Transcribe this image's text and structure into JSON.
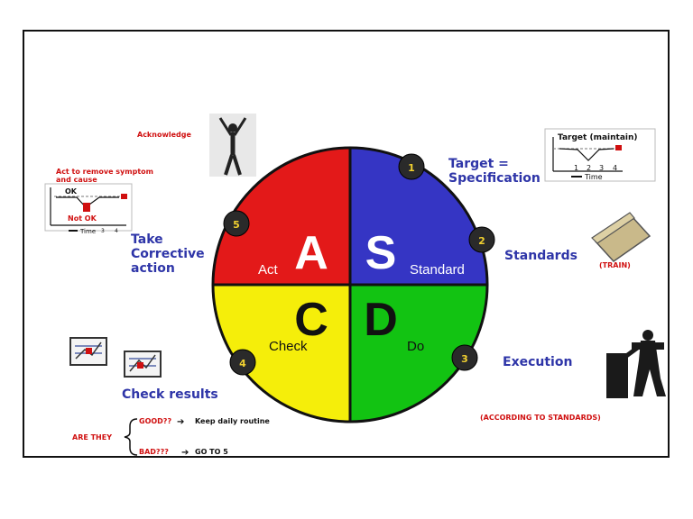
{
  "quadrants": {
    "act": {
      "letter": "A",
      "word": "Act",
      "color": "#e31919"
    },
    "standard": {
      "letter": "S",
      "word": "Standard",
      "color": "#3535c4"
    },
    "check": {
      "letter": "C",
      "word": "Check",
      "color": "#f5ee0a"
    },
    "do": {
      "letter": "D",
      "word": "Do",
      "color": "#12c312"
    }
  },
  "steps": [
    "1",
    "2",
    "3",
    "4",
    "5"
  ],
  "labels": {
    "target": "Target = Specification",
    "standards": "Standards",
    "train": "(TRAIN)",
    "execution": "Execution",
    "according": "(ACCORDING TO STANDARDS)",
    "take_corrective": "Take Corrective action",
    "check_results": "Check results",
    "acknowledge": "Acknowledge",
    "act_remove": "Act to remove symptom and cause"
  },
  "are_they": {
    "label": "ARE THEY",
    "good": "GOOD??",
    "good_action": "Keep daily routine",
    "bad": "BAD???",
    "bad_action": "GO TO 5"
  },
  "target_chart": {
    "title": "Target (maintain)",
    "xlabel": "Time",
    "ticks": [
      "1",
      "2",
      "3",
      "4"
    ]
  },
  "act_chart": {
    "ok": "OK",
    "not_ok": "Not OK",
    "xlabel": "Time",
    "ticks": [
      "3",
      "4"
    ]
  },
  "colors": {
    "accent_blue": "#2e35a8",
    "accent_red": "#d01010"
  }
}
